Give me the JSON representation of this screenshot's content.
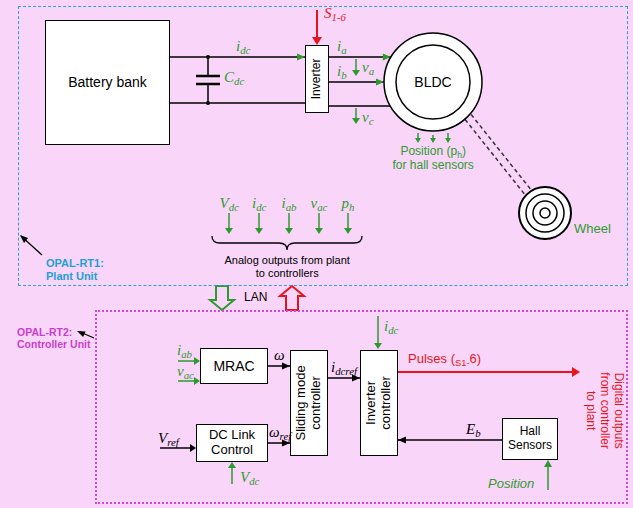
{
  "diagram": {
    "nodes": [
      {
        "text": [
          "OPAL-RT1: Plant Unit"
        ]
      },
      {
        "text": [
          "Battery bank"
        ],
        "in": 0
      },
      {
        "text": [
          "Inverter"
        ],
        "in": 0
      },
      {
        "text": [
          "BLDC"
        ],
        "in": 0
      },
      {
        "text": [
          "OPAL-RT2: Controller Unit"
        ]
      },
      {
        "text": [
          "MRAC"
        ],
        "in": 4
      },
      {
        "text": [
          "DC Link Control"
        ],
        "in": 4
      },
      {
        "text": [
          "Sliding mode controller"
        ],
        "in": 4
      },
      {
        "text": [
          "Inverter controller"
        ],
        "in": 4
      },
      {
        "text": [
          "Hall Sensors"
        ],
        "in": 4
      }
    ],
    "edges": [
      {
        "from": 1,
        "to": 2,
        "arrow": "to",
        "label": "idc"
      },
      {
        "from": 1,
        "to": 2,
        "arrow": "none"
      },
      {
        "from": 2,
        "to": 3,
        "arrow": "to",
        "label": "ia"
      },
      {
        "from": 2,
        "to": 3,
        "arrow": "to",
        "label": "ib"
      },
      {
        "from": 2,
        "to": 3,
        "arrow": "none"
      },
      {
        "from": 0,
        "to": 4,
        "arrow": "to"
      },
      {
        "from": 4,
        "to": 0,
        "arrow": "to"
      },
      {
        "from": 5,
        "to": 7,
        "arrow": "to",
        "label": "ω"
      },
      {
        "from": 6,
        "to": 7,
        "arrow": "to",
        "label": "ωref"
      },
      {
        "from": 7,
        "to": 8,
        "arrow": "to",
        "label": "idcref"
      },
      {
        "from": 9,
        "to": 8,
        "arrow": "to",
        "label": "Eb"
      }
    ],
    "labels": [
      "S1-6",
      "Cdc",
      "va",
      "vc",
      "Wheel",
      "Position (ph) for hall sensors",
      "Vdc",
      "idc",
      "iab",
      "vac",
      "ph",
      "Analog outputs from plant to controllers",
      "LAN",
      "iab",
      "vac",
      "Vref",
      "Vdc",
      "idc",
      "Pulses (S1-6)",
      "Position",
      "Digital outputs from controller to plant"
    ]
  }
}
